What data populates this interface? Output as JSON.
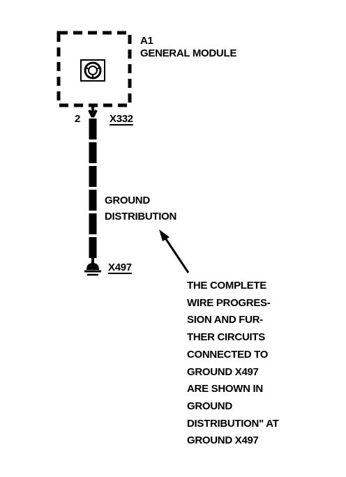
{
  "module": {
    "ref": "A1",
    "name": "GENERAL MODULE"
  },
  "connector": {
    "pin": "2",
    "id": "X332"
  },
  "wire": {
    "label_lines": [
      "GROUND",
      "DISTRIBUTION"
    ]
  },
  "ground": {
    "id": "X497"
  },
  "note": {
    "lines": [
      "THE COMPLETE",
      "WIRE PROGRES-",
      "SION AND FUR-",
      "THER CIRCUITS",
      "CONNECTED TO",
      "GROUND X497",
      "ARE SHOWN IN",
      "GROUND",
      "DISTRIBUTION\" AT",
      "GROUND X497"
    ]
  },
  "colors": {
    "ink": "#000000",
    "background": "#ffffff"
  },
  "icons": {
    "module_symbol": "steering-wheel-icon",
    "ground_symbol": "ground-icon",
    "pointer": "leader-arrow"
  }
}
